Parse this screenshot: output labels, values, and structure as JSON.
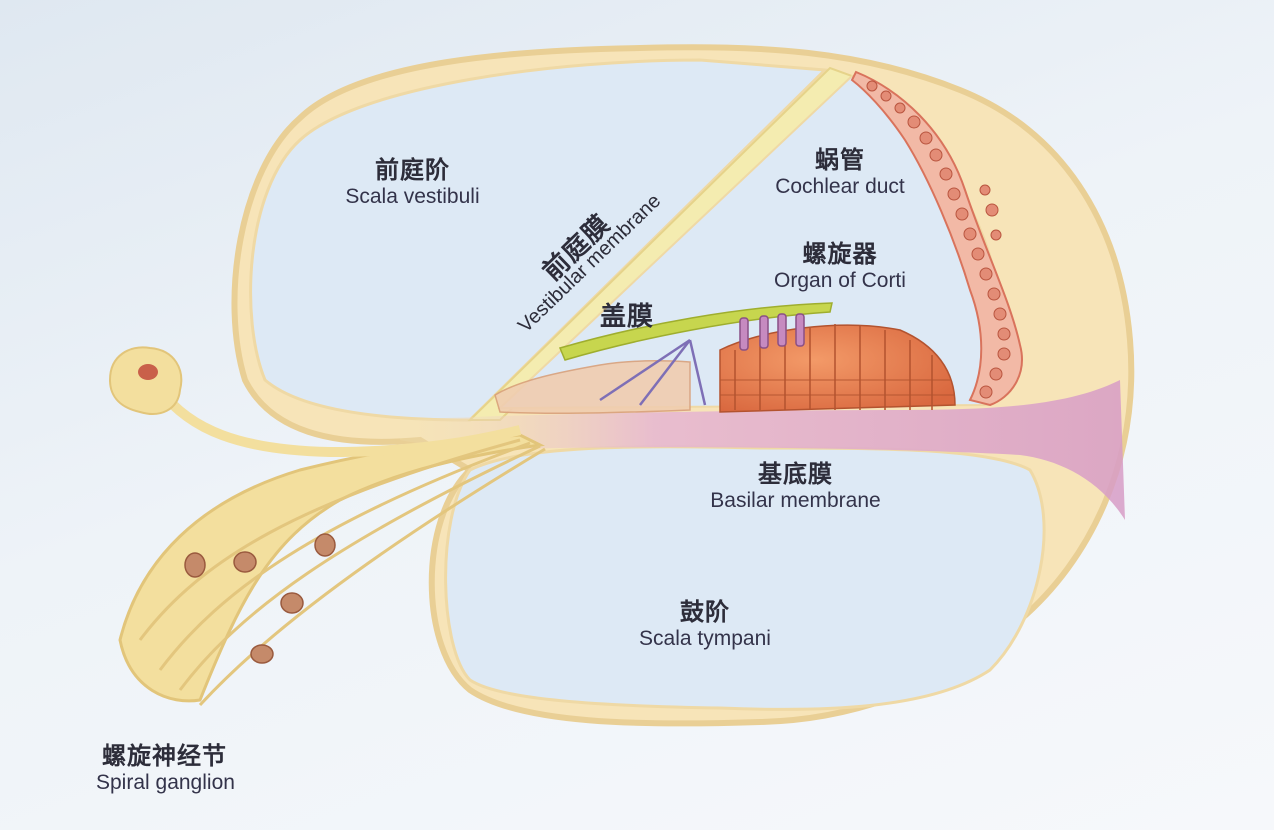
{
  "labels": {
    "scala_vestibuli": {
      "zh": "前庭阶",
      "en": "Scala vestibuli"
    },
    "vestibular_membrane": {
      "zh": "前庭膜",
      "en": "Vestibular membrane"
    },
    "cochlear_duct": {
      "zh": "蜗管",
      "en": "Cochlear duct"
    },
    "organ_of_corti": {
      "zh": "螺旋器",
      "en": "Organ of  Corti"
    },
    "tectorial_membrane": {
      "zh": "盖膜"
    },
    "basilar_membrane": {
      "zh": "基底膜",
      "en": "Basilar membrane"
    },
    "scala_tympani": {
      "zh": "鼓阶",
      "en": "Scala tympani"
    },
    "spiral_ganglion": {
      "zh": "螺旋神经节",
      "en": "Spiral ganglion"
    }
  },
  "colors": {
    "bone": "#f7e4b8",
    "fluid": "#dde9f5",
    "outline": "#e6c98e",
    "hair_cells": "#e07a52",
    "stria": "#d9735c",
    "basilar": "#d9a0c8",
    "tectorial": "#b8cc44",
    "nerve": "#f3df9e"
  }
}
